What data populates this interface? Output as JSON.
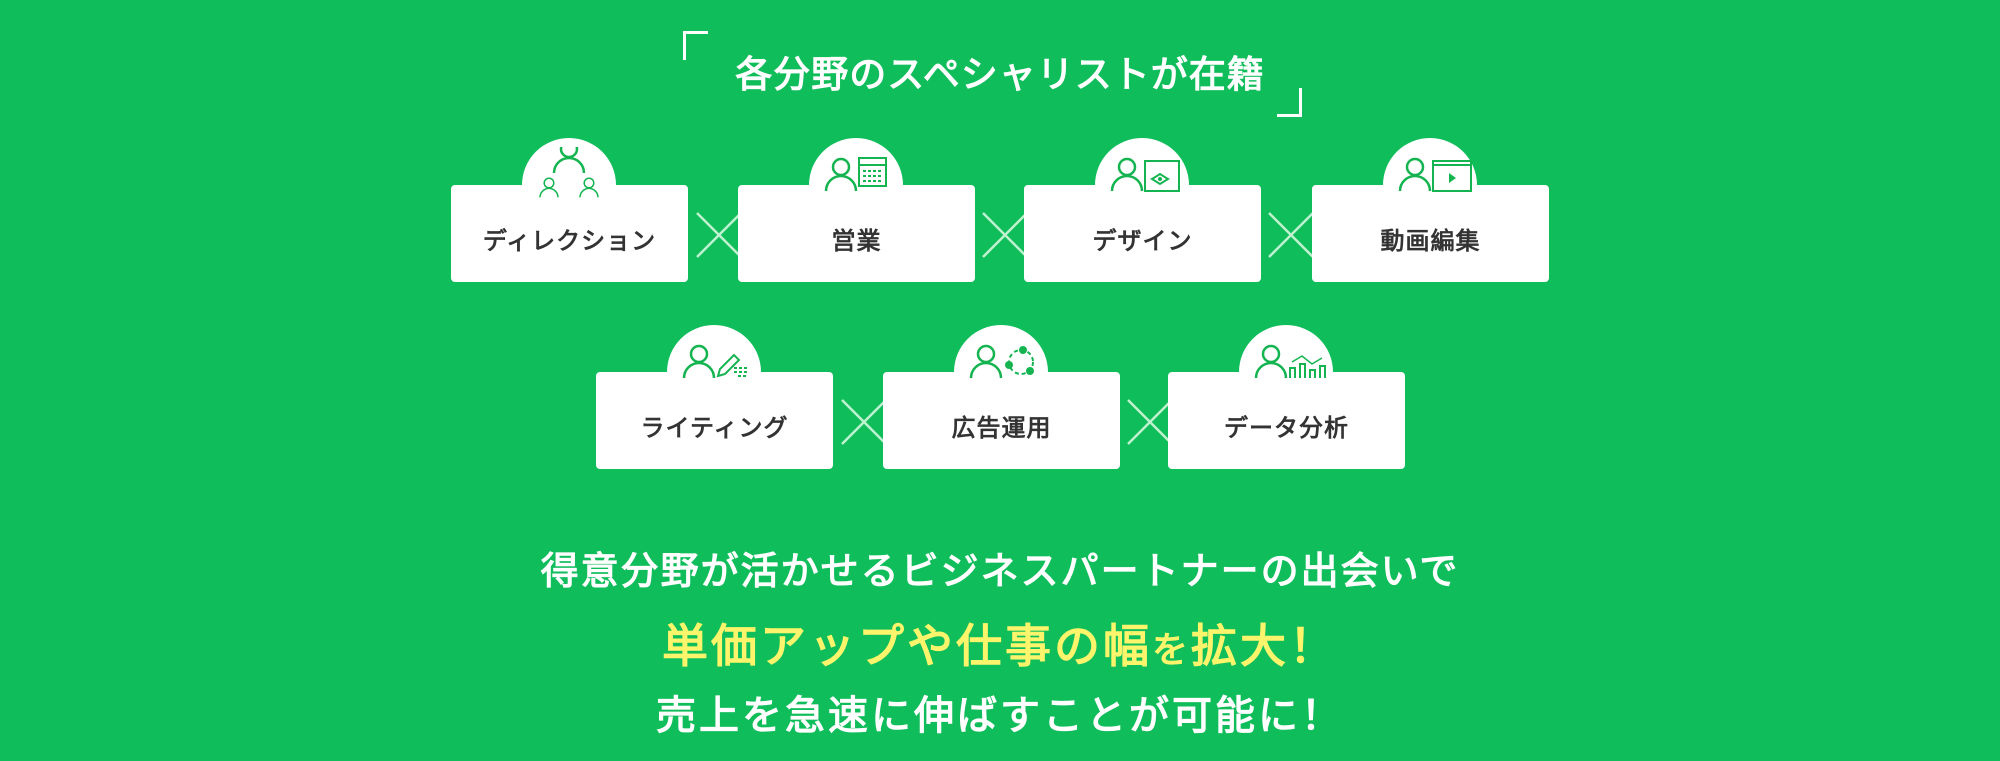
{
  "heading": "各分野のスペシャリストが在籍",
  "colors": {
    "background": "#0fbd5b",
    "icon": "#14b450",
    "highlight": "#fcf56b"
  },
  "specialists": [
    {
      "label": "ディレクション",
      "icon": "team-icon"
    },
    {
      "label": "営業",
      "icon": "calendar-person-icon"
    },
    {
      "label": "デザイン",
      "icon": "pen-tool-person-icon"
    },
    {
      "label": "動画編集",
      "icon": "video-person-icon"
    },
    {
      "label": "ライティング",
      "icon": "pencil-person-icon"
    },
    {
      "label": "広告運用",
      "icon": "cycle-person-icon"
    },
    {
      "label": "データ分析",
      "icon": "chart-person-icon"
    }
  ],
  "message": {
    "line1": "得意分野が活かせるビジネスパートナーの出会いで",
    "line2_a": "単価アップや仕事の幅",
    "line2_b": "を",
    "line2_c": "拡大！",
    "line3": "売上を急速に伸ばすことが可能に！"
  }
}
